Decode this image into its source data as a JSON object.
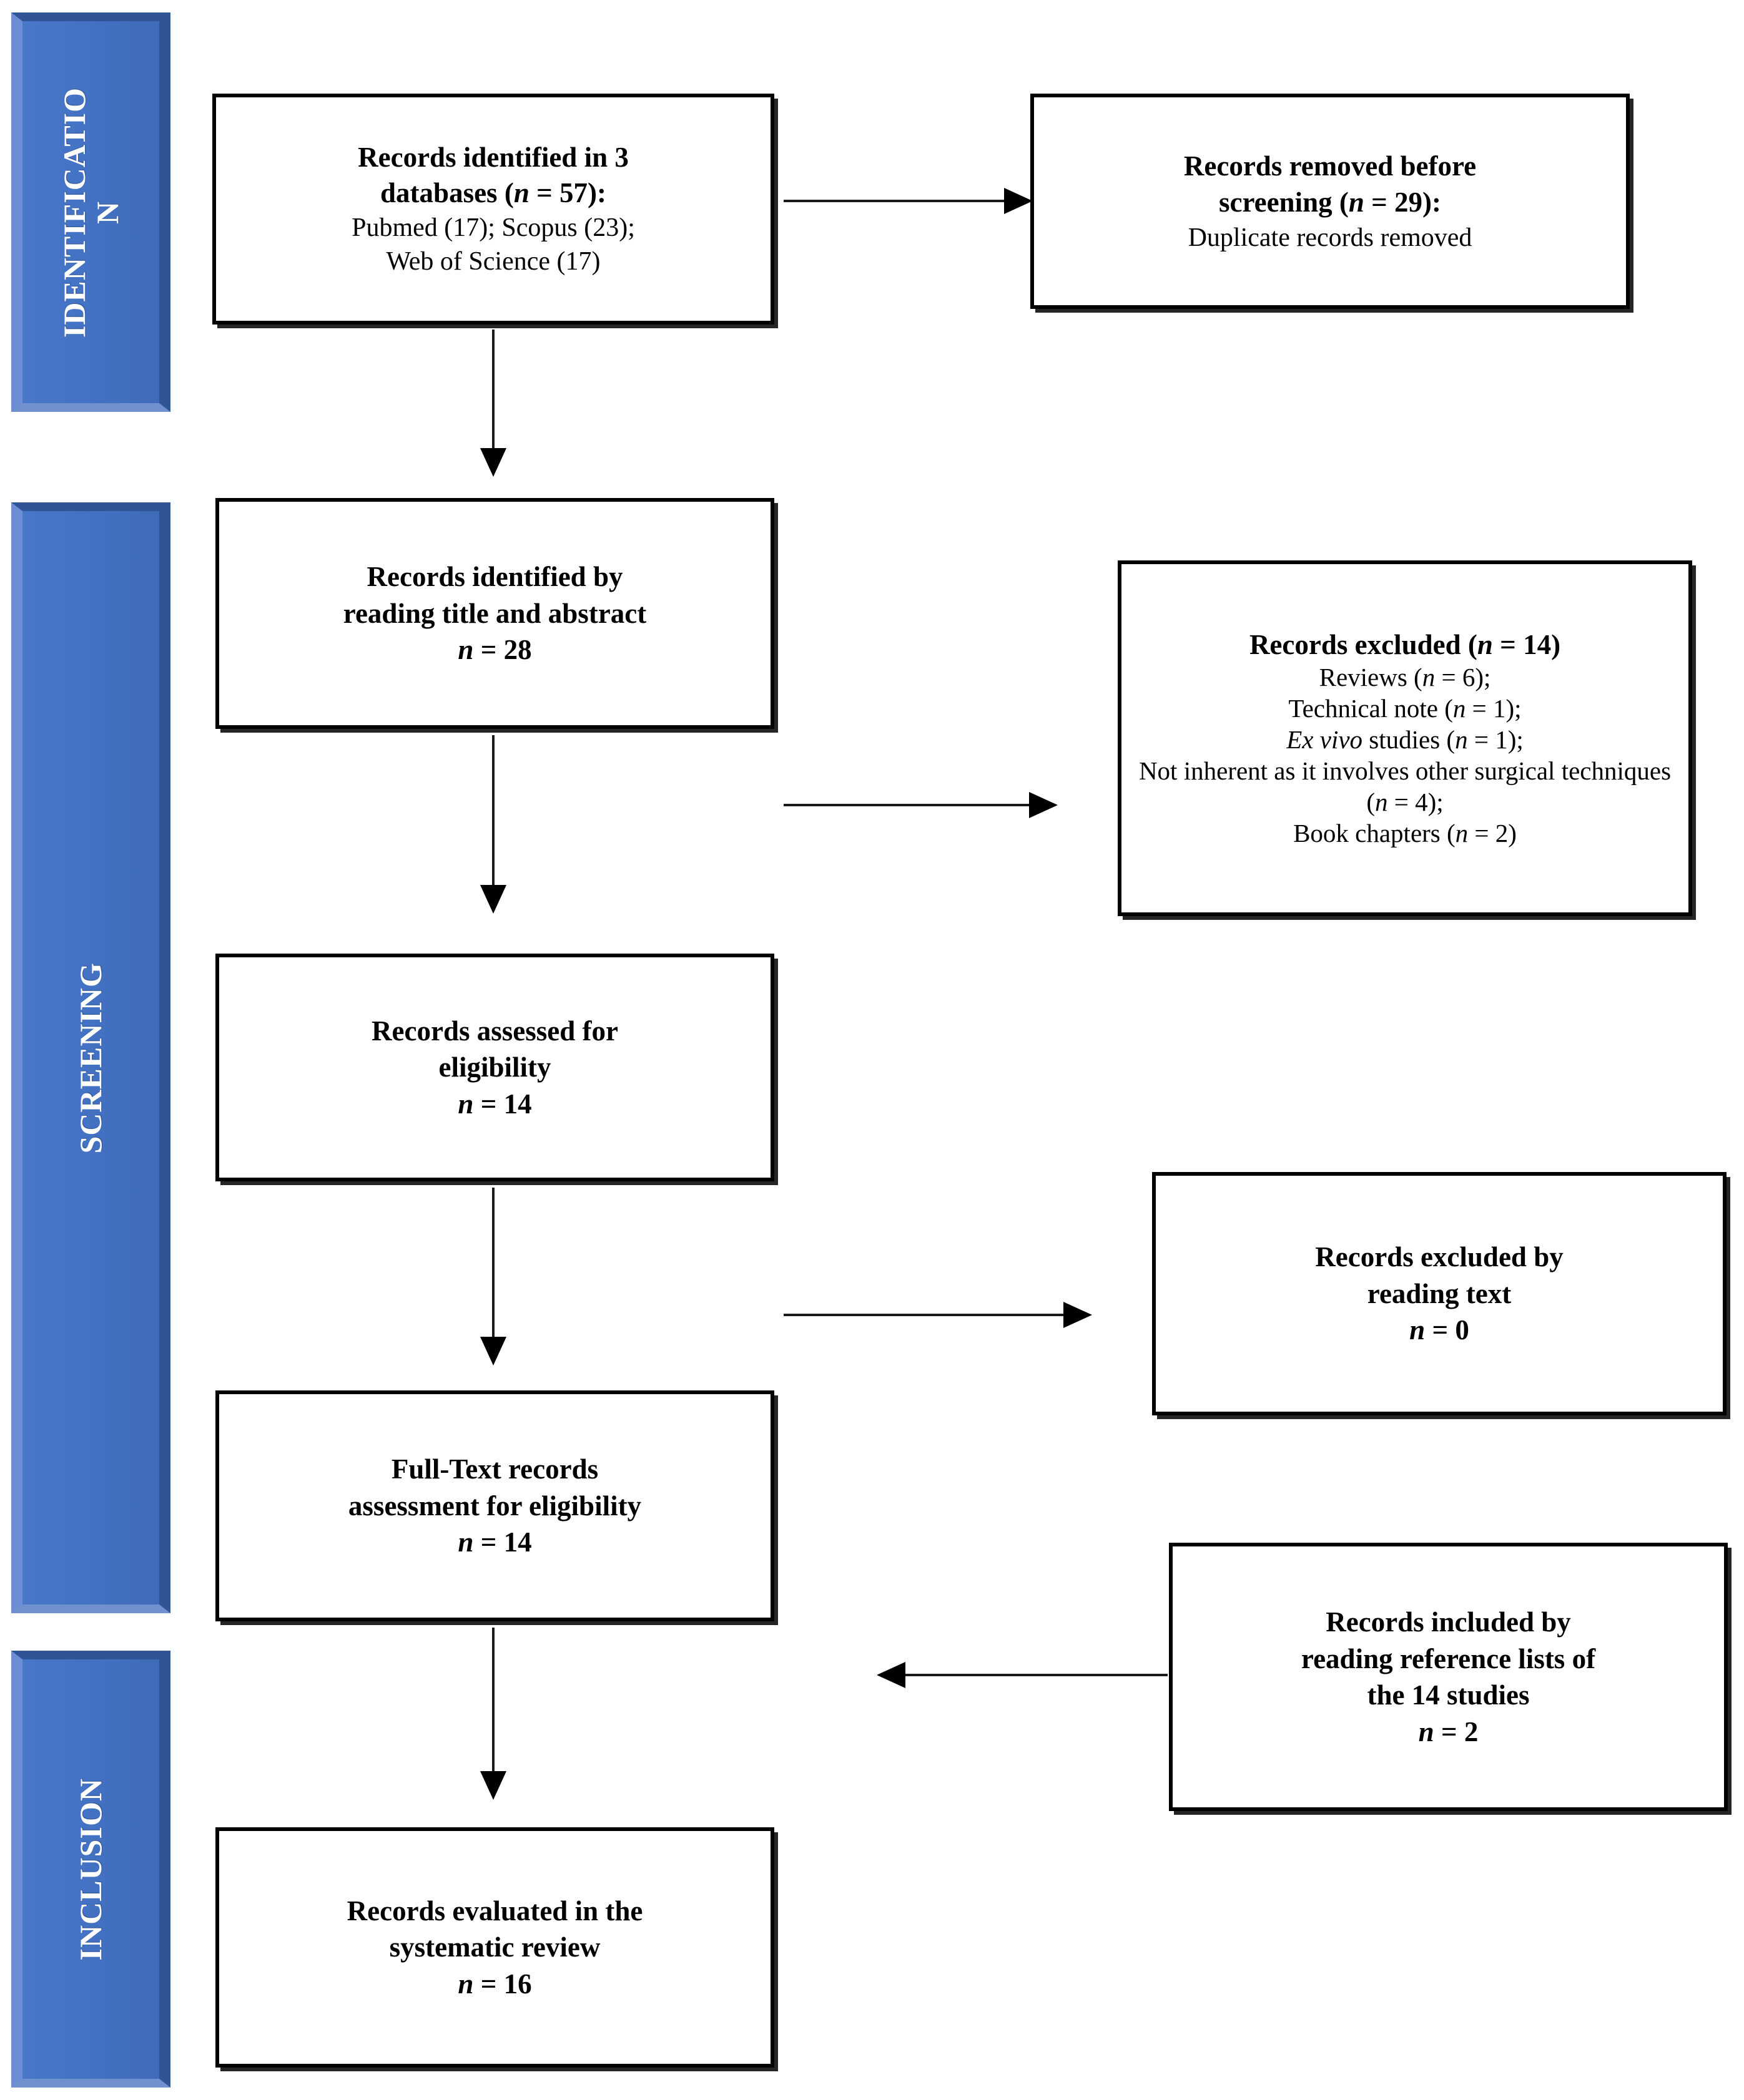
{
  "diagram": {
    "type": "prisma-flow-diagram",
    "stages": [
      {
        "id": "identification",
        "label": "IDENTIFICATIO\nN",
        "label_flat": "IDENTIFICATION",
        "color": "#4472C4"
      },
      {
        "id": "screening",
        "label": "SCREENING",
        "label_flat": "SCREENING",
        "color": "#4472C4"
      },
      {
        "id": "inclusion",
        "label": "INCLUSION",
        "label_flat": "INCLUSION",
        "color": "#4472C4"
      }
    ],
    "boxes": {
      "identified_databases": {
        "line1": "Records identified in 3",
        "line2_pre": "databases (",
        "line2_italic": "n",
        "line2_post": " = 57):",
        "line3": "Pubmed (17); Scopus (23);",
        "line4": "Web of Science (17)"
      },
      "removed_before_screening": {
        "line1": "Records removed before",
        "line2_pre": "screening (",
        "line2_italic": "n",
        "line2_post": " = 29):",
        "line3": "Duplicate records removed"
      },
      "identified_title_abstract": {
        "line1": "Records identified by",
        "line2": "reading title and abstract",
        "line3_italic": "n",
        "line3_post": " = 28"
      },
      "records_excluded": {
        "line1_pre": "Records excluded (",
        "line1_italic": "n",
        "line1_post": " = 14)",
        "reasons": [
          {
            "text_pre": "Reviews (",
            "italic": "n",
            "text_post": " = 6);"
          },
          {
            "text_pre": "Technical note (",
            "italic": "n",
            "text_post": " = 1);"
          },
          {
            "text_pre_italic": "Ex vivo",
            "text_pre": " studies (",
            "italic": "n",
            "text_post": " = 1);"
          },
          {
            "text_pre": "Not inherent as it involves other surgical techniques (",
            "italic": "n",
            "text_post": " = 4);"
          },
          {
            "text_pre": "Book chapters (",
            "italic": "n",
            "text_post": " = 2)"
          }
        ]
      },
      "assessed_eligibility": {
        "line1": "Records assessed for",
        "line2": "eligibility",
        "line3_italic": "n",
        "line3_post": " = 14"
      },
      "excluded_reading_text": {
        "line1": "Records excluded by",
        "line2": "reading text",
        "line3_italic": "n",
        "line3_post": " = 0"
      },
      "fulltext_assessment": {
        "line1": "Full-Text records",
        "line2": "assessment for eligibility",
        "line3_italic": "n",
        "line3_post": " = 14"
      },
      "included_reference_lists": {
        "line1": "Records included by",
        "line2": "reading reference lists of",
        "line3": "the 14 studies",
        "line4_italic": "n",
        "line4_post": " = 2"
      },
      "evaluated_systematic_review": {
        "line1": "Records evaluated in the",
        "line2": "systematic review",
        "line3_italic": "n",
        "line3_post": " = 16"
      }
    },
    "counts": {
      "identified_total": 57,
      "pubmed": 17,
      "scopus": 23,
      "web_of_science": 17,
      "duplicates_removed": 29,
      "title_abstract_screened": 28,
      "excluded_screening": 14,
      "excluded_reviews": 6,
      "excluded_technical_note": 1,
      "excluded_ex_vivo": 1,
      "excluded_other_surgical": 4,
      "excluded_book_chapters": 2,
      "assessed_eligibility": 14,
      "fulltext_assessed": 14,
      "excluded_fulltext": 0,
      "added_from_references": 2,
      "final_included": 16
    }
  }
}
